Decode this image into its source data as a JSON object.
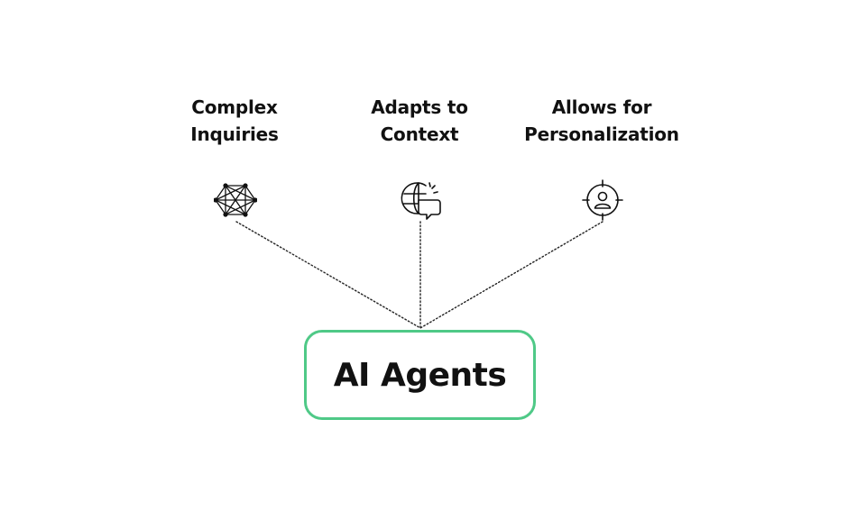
{
  "hub": {
    "label": "AI Agents"
  },
  "items": [
    {
      "line1": "Complex",
      "line2": "Inquiries",
      "icon": "network-mesh-icon"
    },
    {
      "line1": "Adapts to",
      "line2": "Context",
      "icon": "globe-chat-icon"
    },
    {
      "line1": "Allows for",
      "line2": "Personalization",
      "icon": "target-user-icon"
    }
  ],
  "colors": {
    "hub_border": "#4fc987",
    "text": "#111111",
    "connector": "#222222"
  }
}
